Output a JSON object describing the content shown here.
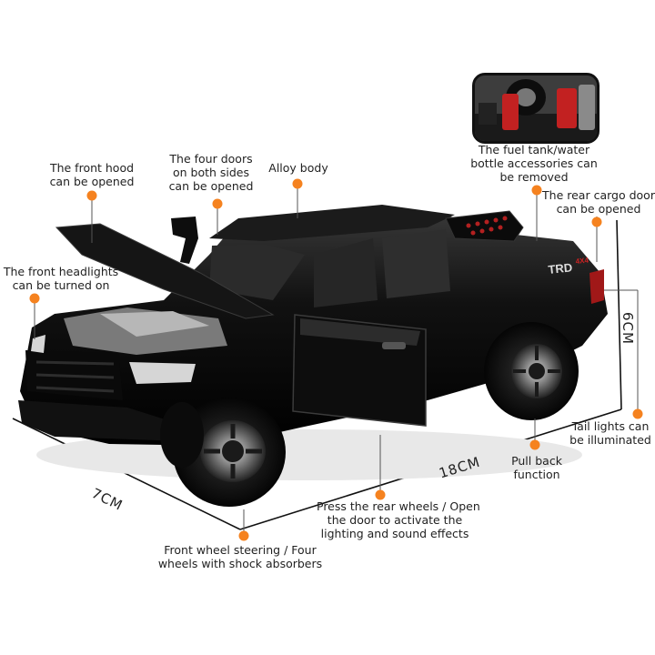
{
  "labels": {
    "front_hood": [
      "The front hood",
      "can be opened"
    ],
    "four_doors": [
      "The four doors",
      "on both sides",
      "can be opened"
    ],
    "alloy_body": [
      "Alloy body"
    ],
    "fuel_tank": [
      "The fuel tank/water",
      "bottle accessories can",
      "be removed"
    ],
    "rear_cargo_door": [
      "The rear cargo door",
      "can be opened"
    ],
    "front_headlights": [
      "The front headlights",
      "can be turned on"
    ],
    "tail_lights": [
      "Tail lights can",
      "be illuminated"
    ],
    "pull_back": [
      "Pull back",
      "function"
    ],
    "rear_wheels": [
      "Press the rear wheels / Open",
      "the door to activate the",
      "lighting and sound effects"
    ],
    "front_wheel_steering": [
      "Front wheel steering / Four",
      "wheels with shock absorbers"
    ]
  },
  "dimensions": {
    "width": "7CM",
    "length": "18CM",
    "height": "6CM"
  },
  "colors": {
    "marker": "#f5821f",
    "text": "#222222",
    "vehicle": "#111111"
  }
}
